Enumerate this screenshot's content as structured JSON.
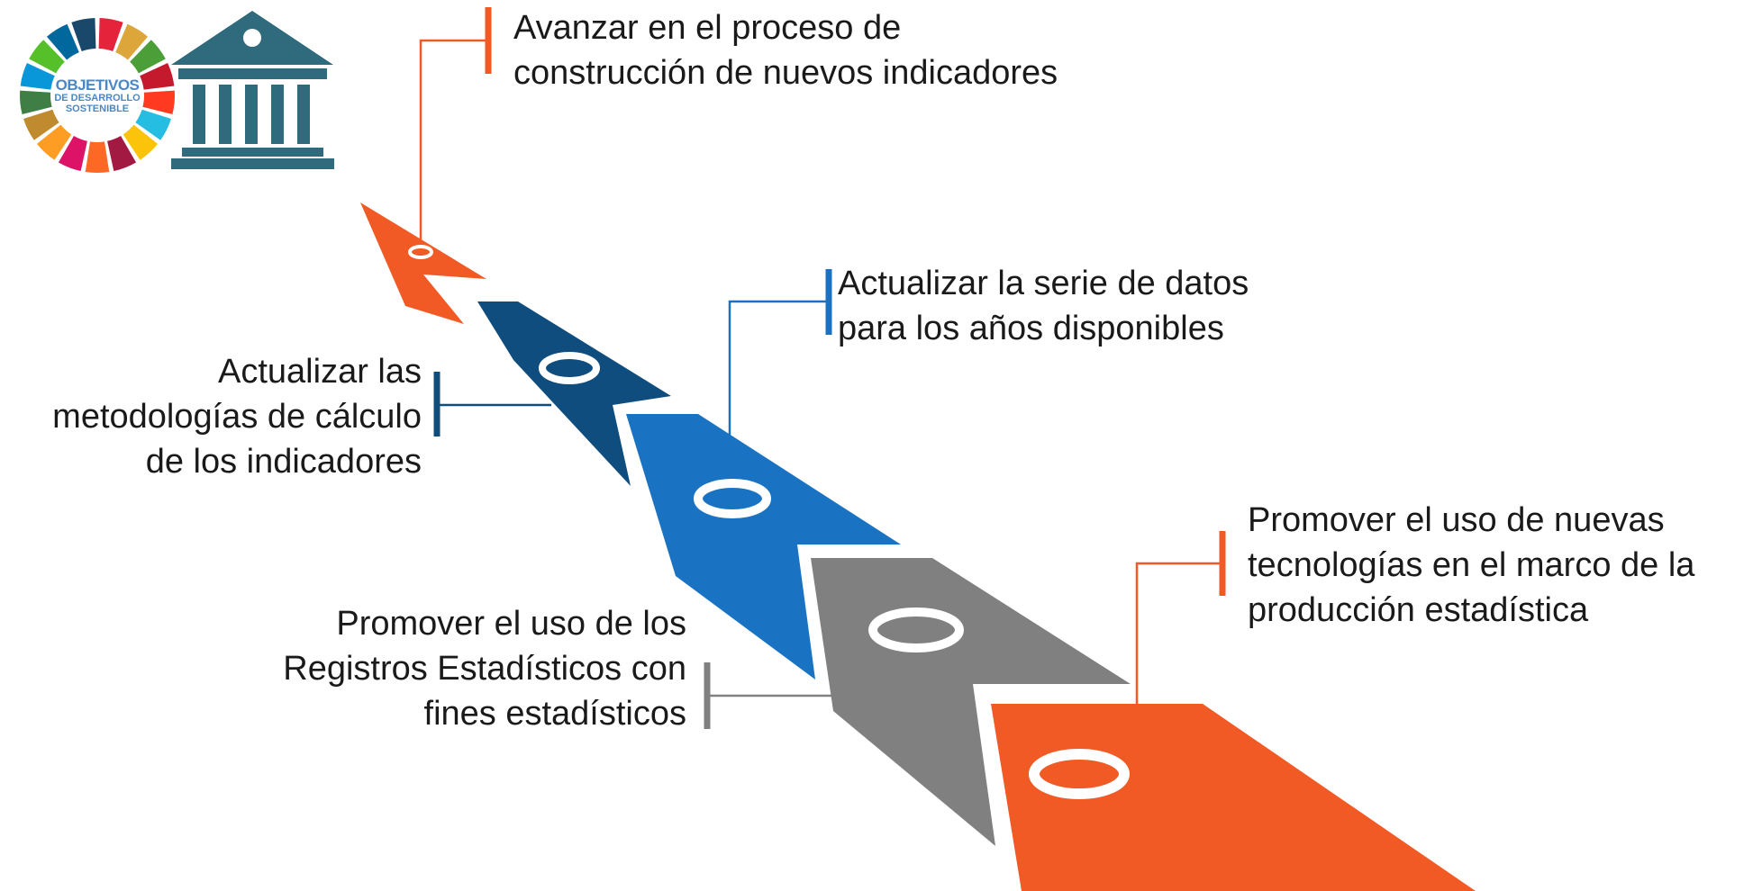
{
  "logo": {
    "line1": "OBJETIVOS",
    "line2": "DE DESARROLLO",
    "line3": "SOSTENIBLE",
    "colors": [
      "#e5243b",
      "#dda63a",
      "#4c9f38",
      "#c5192d",
      "#ff3a21",
      "#26bde2",
      "#fcc30b",
      "#a21942",
      "#fd6925",
      "#dd1367",
      "#fd9d24",
      "#bf8b2e",
      "#3f7e44",
      "#0a97d9",
      "#56c02b",
      "#00689d",
      "#19486a"
    ]
  },
  "icons": {
    "sdg_wheel": "sdg-wheel-icon",
    "institution": "institution-building-icon"
  },
  "colors": {
    "orange": "#f15a24",
    "dark_blue": "#0e4d7e",
    "blue": "#1a73c2",
    "gray": "#808080",
    "building": "#2f6b7c"
  },
  "steps": [
    {
      "color": "#f15a24",
      "lines": [
        "Avanzar en el proceso de",
        "construcción de nuevos indicadores"
      ]
    },
    {
      "color": "#0e4d7e",
      "lines": [
        "Actualizar las",
        "metodologías de cálculo",
        "de los indicadores"
      ]
    },
    {
      "color": "#1a73c2",
      "lines": [
        "Actualizar la serie de datos",
        "para los años disponibles"
      ]
    },
    {
      "color": "#808080",
      "lines": [
        "Promover el uso de los",
        "Registros Estadísticos con",
        "fines estadísticos"
      ]
    },
    {
      "color": "#f15a24",
      "lines": [
        "Promover el uso de nuevas",
        "tecnologías en el marco de la",
        "producción estadística"
      ]
    }
  ]
}
